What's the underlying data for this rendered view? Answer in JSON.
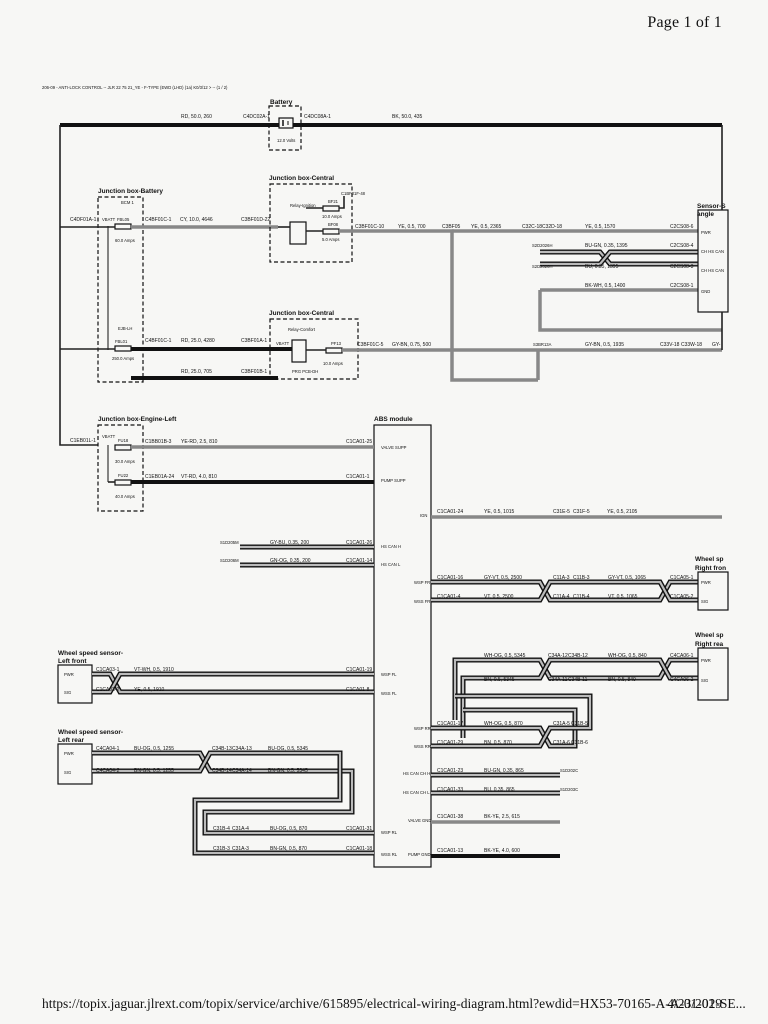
{
  "page": {
    "number": "Page 1 of 1"
  },
  "header": {
    "title": "206-09 - ANTI-LOCK CONTROL -- JLR 22 75 21_YE - F-TYPE (EWD (LHD) (1a) K0/3/12 > -- (1 / 2)"
  },
  "footer": {
    "url": "https://topix.jaguar.jlrext.com/topix/service/archive/615895/electrical-wiring-diagram.html?ewdid=HX53-70165-A-A-01-02-SE...",
    "date": "4/23/2019"
  },
  "components": {
    "battery": {
      "title": "Battery",
      "voltage": "12.0 Volts"
    },
    "jb_battery": {
      "title": "Junction box-Battery",
      "fuse1": "BCM 1",
      "fuse1_name": "FBL05",
      "fuse1_rating": "60.0 Amps",
      "vbatt": "VBATT",
      "fuse2_group": "EJB-LH",
      "fuse2_name": "FBL01",
      "fuse2_rating": "250.0 Amps"
    },
    "jb_central_1": {
      "title": "Junction box-Central",
      "relay": "Relay-Ignition",
      "fuse_a": "BF21",
      "fuse_a_rating": "10.0 Amps",
      "fuse_b": "BF08",
      "fuse_b_rating": "5.0 Amps",
      "connector": "C1BF01F-48"
    },
    "jb_central_2": {
      "title": "Junction box-Central",
      "relay": "Relay-Comfort",
      "vbatt": "VBATT",
      "fuse": "PF13",
      "fuse_rating": "10.0 Amps",
      "note": "PRG PCB-DH"
    },
    "jb_engine": {
      "title": "Junction box-Engine-Left",
      "vbatt": "VBATT",
      "fuse1": "FU18",
      "fuse1_rating": "30.0 Amps",
      "fuse2": "FU22",
      "fuse2_rating": "40.0 Amps"
    },
    "abs": {
      "title": "ABS module"
    },
    "sensor_steer": {
      "title": "Sensor-S",
      "title2": "angle",
      "pins": [
        "PWR",
        "CH HS CAN",
        "CH HS CAN",
        "GND"
      ]
    },
    "wss_rf": {
      "title": "Wheel sp",
      "title2": "Right fron",
      "pins": [
        "PWR",
        "SIG"
      ]
    },
    "wss_rr": {
      "title": "Wheel sp",
      "title2": "Right rea",
      "pins": [
        "PWR",
        "SIG"
      ]
    },
    "wss_lf": {
      "title": "Wheel speed sensor-",
      "title2": "Left front",
      "pins": [
        "PWR",
        "SIG"
      ]
    },
    "wss_lr": {
      "title": "Wheel speed sensor-",
      "title2": "Left rear",
      "pins": [
        "PWR",
        "SIG"
      ]
    }
  },
  "abs_pins": [
    "VALVE SUPP",
    "PUMP SUPP",
    "IGN",
    "HS CAN H",
    "HS CAN L",
    "WSP FR",
    "WSS FR",
    "WSP FL",
    "WSS FL",
    "WSP RR",
    "WSS RR",
    "HS CAN CH H",
    "HS CAN CH L",
    "VALVE GND",
    "WSP RL",
    "WSS RL",
    "PUMP GND"
  ],
  "wire_labels": {
    "bat_l": "RD, 50.0, 260",
    "bat_r": "BK, 50.0, 435",
    "c4dc02a": "C4DC02A-1",
    "c4dc08a": "C4DC08A-1",
    "c4df01a": "C4DF01A-1",
    "c4bf01c1": "C4BF01C-1",
    "cy_wire": "CY, 10.0, 4646",
    "c3bf01d": "C3BF01D-22",
    "c3bf01c10": "C3BF01C-10",
    "ye_700": "YE, 0.5, 700",
    "c3bf05": "C3BF05",
    "ye_2365": "YE, 0.5, 2365",
    "c32c18": "C32C-18",
    "c32d18": "C32D-18",
    "ye_1570": "YE, 0.5, 1570",
    "c2cs08_6": "C2CS08-6",
    "s2d2026h": "S2D2026H",
    "bu_og_1395": "BU-GN, 0.35, 1395",
    "c2cs08_4": "C2CS08-4",
    "s2d2026h2": "S2D2026H",
    "bu_1395": "BU, 0.35, 1395",
    "c2cs08_3": "C2CS08-3",
    "bk_wh_1400": "BK-WH, 0.5, 1400",
    "c2cs08_1": "C2CS08-1",
    "c4bf01c_1": "C4BF01C-1",
    "rd_4280": "RD, 25.0, 4280",
    "c3bf01a": "C3BF01A-1",
    "c3bf01c5": "C3BF01C-5",
    "gy_bn_500": "GY-BN, 0.75, 500",
    "s3br13a": "S3BR13A",
    "gy_bn_1935": "GY-BN, 0.5, 1935",
    "c33v18": "C33V-18",
    "c33w18": "C33W-18",
    "gy": "GY-",
    "rd_705": "RD, 25.0, 705",
    "c3bf01b": "C3BF01B-1",
    "c1eb01l": "C1EB01L-1",
    "c1bb01b": "C1BB01B-3",
    "ye_rd_810": "YE-RD, 2.5, 810",
    "c1ca01_25": "C1CA01-25",
    "c1eb01a": "C1EB01A-24",
    "vt_rd_810": "VT-RD, 4.0, 810",
    "c1ca01_1": "C1CA01-1",
    "c1ca01_24": "C1CA01-24",
    "ye_1015": "YE, 0.5, 1015",
    "c31e5": "C31E-5",
    "c31f5": "C31F-5",
    "ye_2105": "YE, 0.5, 2105",
    "s1d205m": "S1D205M",
    "gy_bu_200": "GY-BU, 0.35, 200",
    "c1ca01_26": "C1CA01-26",
    "s1d206m": "S1D206M",
    "gn_og_200": "GN-OG, 0.35, 200",
    "c1ca01_14": "C1CA01-14",
    "c1ca01_16": "C1CA01-16",
    "gy_vt_2500": "GY-VT, 0.5, 2500",
    "c11a3": "C11A-3",
    "c11b3": "C11B-3",
    "gy_vt_1065": "GY-VT, 0.5, 1065",
    "c1ca05_1": "C1CA05-1",
    "c1ca01_4": "C1CA01-4",
    "vt_2500": "VT, 0.5, 2500",
    "c11a4": "C11A-4",
    "c11b4": "C11B-4",
    "vt_1065": "VT, 0.5, 1065",
    "c1ca05_2": "C1CA05-2",
    "wh_og_5345": "WH-OG, 0.5, 5345",
    "c34a12": "C34A-12",
    "c34b12": "C34B-12",
    "wh_og_840": "WH-OG, 0.5, 840",
    "c4ca06_1": "C4CA06-1",
    "bn_5345": "BN, 0.5, 5345",
    "c34a11": "C34A-11",
    "c34b11": "C34B-11",
    "bn_840": "BN, 0.5, 840",
    "c4ca06_2": "C4CA06-2",
    "c1ca03_1": "C1CA03-1",
    "vt_wh_1910": "VT-WH, 0.5, 1910",
    "c1ca01_19": "C1CA01-19",
    "c1ca03_2": "C1CA03-2",
    "ye_1910": "YE, 0.5, 1910",
    "c1ca01_8": "C1CA01-8",
    "c1ca01_17": "C1CA01-17",
    "wh_og_870": "WH-OG, 0.5, 870",
    "c31a5": "C31A-5",
    "c31b5": "C31B-5",
    "c1ca01_29": "C1CA01-29",
    "bn_870": "BN, 0.5, 870",
    "c31a6": "C31A-6",
    "c31b6": "C31B-6",
    "c4ca04_1": "C4CA04-1",
    "bu_og_1255": "BU-OG, 0.5, 1255",
    "c34b13": "C34B-13",
    "c34a13": "C34A-13",
    "bu_og_5345": "BU-OG, 0.5, 5345",
    "c4ca04_2": "C4CA04-2",
    "bn_gn_1255": "BN-GN, 0.5, 1255",
    "c34b14": "C34B-14",
    "c34a14": "C34A-14",
    "bn_gn_5345": "BN-GN, 0.5, 5345",
    "c1ca01_23": "C1CA01-23",
    "bu_gn_865": "BU-GN, 0.35, 865",
    "s1d202c": "S1D202C",
    "c1ca01_33": "C1CA01-33",
    "bu_865": "BU, 0.35, 865",
    "s1d203c": "S1D203C",
    "c1ca01_38": "C1CA01-38",
    "bk_ye_615": "BK-YE, 2.5, 615",
    "c31b4": "C31B-4",
    "c31a4": "C31A-4",
    "bu_og_870": "BU-OG, 0.5, 870",
    "c1ca01_31": "C1CA01-31",
    "c31b3": "C31B-3",
    "c31a3": "C31A-3",
    "bn_gn_870": "BN-GN, 0.5, 870",
    "c1ca01_18": "C1CA01-18",
    "c1ca01_13": "C1CA01-13",
    "bk_ye_600": "BK-YE, 4.0, 600"
  }
}
